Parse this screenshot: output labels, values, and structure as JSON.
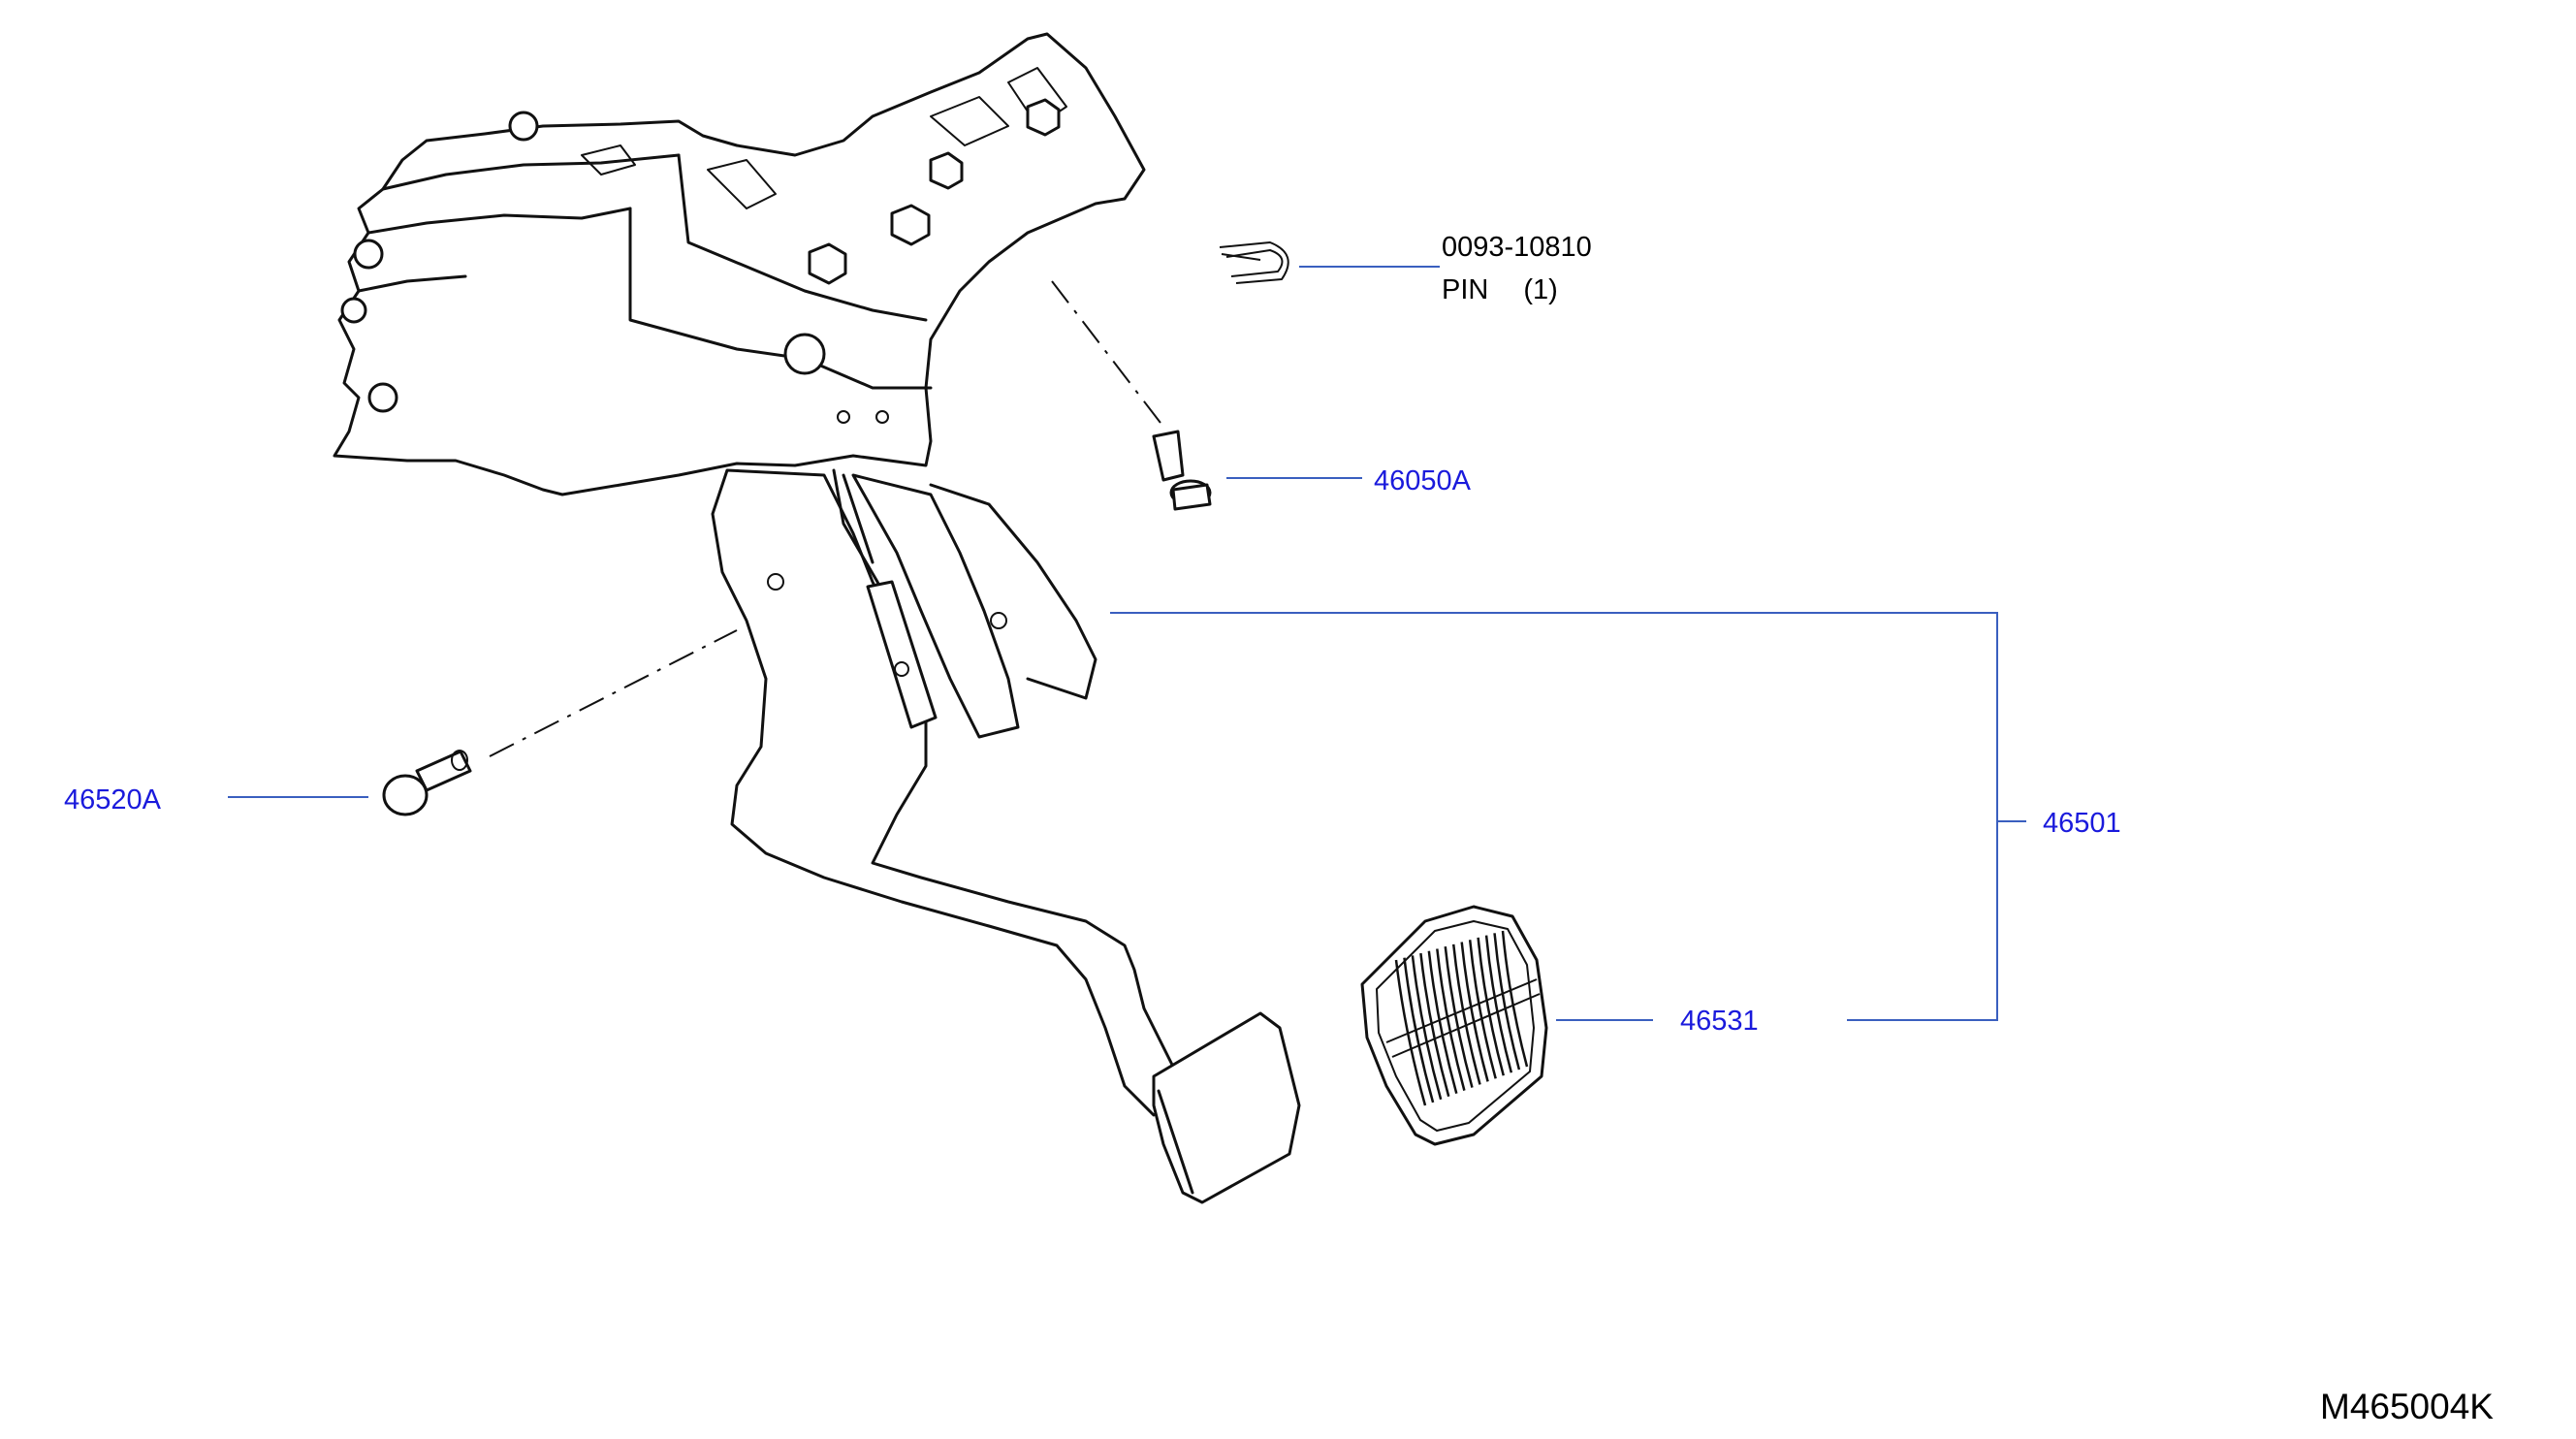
{
  "diagram": {
    "code": "M465004K",
    "parts": {
      "pin": {
        "number": "0093-10810",
        "description": "PIN",
        "quantity": "(1)"
      },
      "bolt": {
        "number": "46050A"
      },
      "clevis_pin": {
        "number": "46520A"
      },
      "pedal_assembly": {
        "number": "46501"
      },
      "pedal_pad": {
        "number": "46531"
      }
    }
  }
}
